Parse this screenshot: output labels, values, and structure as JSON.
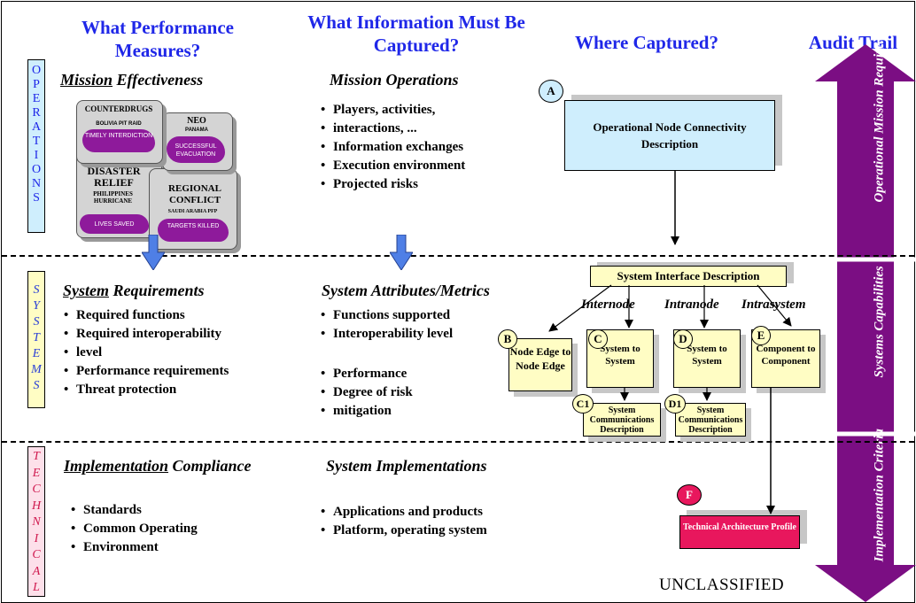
{
  "headers": {
    "col1": "What Performance Measures?",
    "col2": "What Information Must Be Captured?",
    "col3": "Where Captured?",
    "col4": "Audit Trail"
  },
  "side_labels": {
    "operations": [
      "O",
      "P",
      "E",
      "R",
      "A",
      "T",
      "I",
      "O",
      "N",
      "S"
    ],
    "systems": [
      "S",
      "Y",
      "S",
      "T",
      "E",
      "M",
      "S"
    ],
    "technical": [
      "T",
      "E",
      "C",
      "H",
      "N",
      "I",
      "C",
      "A",
      "L"
    ]
  },
  "operations": {
    "mission_effectiveness_under": "Mission",
    "mission_effectiveness_rest": " Effectiveness",
    "mission_operations_title": "Mission Operations",
    "mission_operations_items": [
      "Players, activities,",
      "interactions, ...",
      "Information exchanges",
      "Execution environment",
      "Projected risks"
    ],
    "cards": {
      "counterdrugs": "COUNTERDRUGS",
      "counterdrugs_sub": "BOLIVIA PIT RAID",
      "counterdrugs_blob": "TIMELY INTERDICTION",
      "neo": "NEO",
      "neo_sub": "PANAMA",
      "neo_blob": "SUCCESSFUL EVACUATION",
      "disaster": "DISASTER RELIEF",
      "disaster_sub": "PHILIPPINES HURRICANE",
      "disaster_blob": "LIVES SAVED",
      "regional": "REGIONAL CONFLICT",
      "regional_sub": "SAUDI ARABIA PFP",
      "regional_blob": "TARGETS KILLED"
    },
    "node_a_label": "A",
    "node_a_box": "Operational Node Connectivity Description"
  },
  "systems": {
    "requirements_under": "System",
    "requirements_rest": " Requirements",
    "requirements_items": [
      "Required functions",
      "Required interoperability",
      "level",
      "Performance requirements",
      "Threat protection"
    ],
    "attributes_title": "System Attributes/Metrics",
    "attributes_items_1": [
      "Functions supported",
      "Interoperability level"
    ],
    "attributes_items_2": [
      "Performance",
      "Degree of risk",
      "mitigation"
    ],
    "interface_box": "System Interface Description",
    "internode": "Internode",
    "intranode": "Intranode",
    "intrasystem": "Intrasystem",
    "b_label": "B",
    "b_box": "Node Edge to Node Edge",
    "c_label": "C",
    "c_box": "System to System",
    "d_label": "D",
    "d_box": "System to System",
    "e_label": "E",
    "e_box": "Component to Component",
    "c1_label": "C1",
    "c1_box": "System Communications Description",
    "d1_label": "D1",
    "d1_box": "System Communications Description"
  },
  "technical": {
    "compliance_under": "Implementation",
    "compliance_rest": " Compliance",
    "compliance_items": [
      "Standards",
      "Common Operating",
      "Environment"
    ],
    "implementations_title": "System Implementations",
    "implementations_items": [
      "Applications and products",
      "Platform, operating system"
    ],
    "f_label": "F",
    "f_box": "Technical Architecture Profile"
  },
  "audit_trail": {
    "ops": "Operational Mission Requirements",
    "sys": "Systems Capabilities",
    "impl": "Implementation Criteria"
  },
  "classification": "UNCLASSIFIED",
  "colors": {
    "header_blue": "#1f27e8",
    "purple": "#7b0e83",
    "arrow_blue": "#4f7fe6",
    "node_a_fill": "#cfeefd",
    "box_yellow": "#fffdc4",
    "tech_red": "#e8175d",
    "systems_text": "#2a3fd6",
    "technical_text": "#d01b50"
  }
}
